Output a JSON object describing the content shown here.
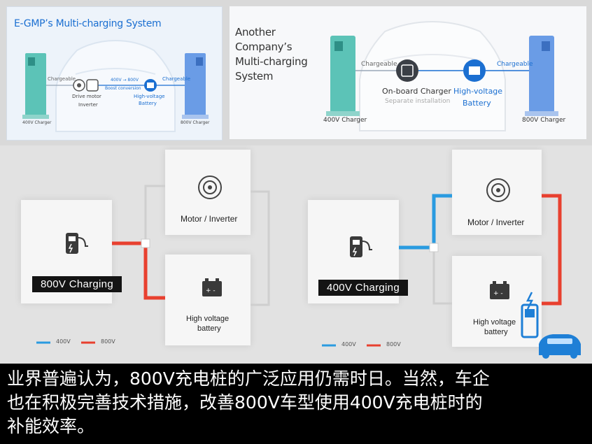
{
  "egmp_panel": {
    "title": "E-GMP’s Multi-charging System",
    "chargeable_left": "Chargeable",
    "chargeable_right": "Chargeable",
    "drive_motor": "Drive motor",
    "inverter": "Inverter",
    "boost_line1": "400V → 800V",
    "boost_line2": "Boost conversion",
    "hv_line1": "High-voltage",
    "hv_line2": "Battery",
    "charger_400": "400V Charger",
    "charger_800": "800V Charger"
  },
  "other_panel": {
    "title_line1": "Another",
    "title_line2": "Company’s",
    "title_line3": "Multi-charging",
    "title_line4": "System",
    "chargeable_left": "Chargeable",
    "chargeable_right": "Chargeable",
    "onboard": "On-board Charger",
    "separate": "Separate installation",
    "hv_line1": "High-voltage",
    "hv_line2": "Battery",
    "charger_400": "400V Charger",
    "charger_800": "800V Charger"
  },
  "diagram_800": {
    "charging_label": "800V Charging",
    "motor_label": "Motor / Inverter",
    "battery_line1": "High voltage",
    "battery_line2": "battery",
    "legend_400": "400V",
    "legend_800": "800V"
  },
  "diagram_400": {
    "charging_label": "400V Charging",
    "motor_label": "Motor / Inverter",
    "battery_line1": "High voltage",
    "battery_line2": "battery",
    "legend_400": "400V",
    "legend_800": "800V"
  },
  "caption": {
    "line1": "业界普遍认为，800V充电桩的广泛应用仍需时日。当然，车企",
    "line2": "也在积极完善技术措施，改善800V车型使用400V充电桩时的",
    "line3": "补能效率。"
  },
  "colors": {
    "blue_400v": "#2a9be0",
    "red_800v": "#e8402f",
    "egmp_blue": "#1b6fd1",
    "charger_teal": "#4fb8ae",
    "charger_blue": "#5b8fe0"
  },
  "icons": [
    "charger-icon",
    "motor-icon",
    "battery-icon",
    "car-icon",
    "inverter-icon",
    "onboard-charger-icon",
    "ev-station-icon"
  ]
}
